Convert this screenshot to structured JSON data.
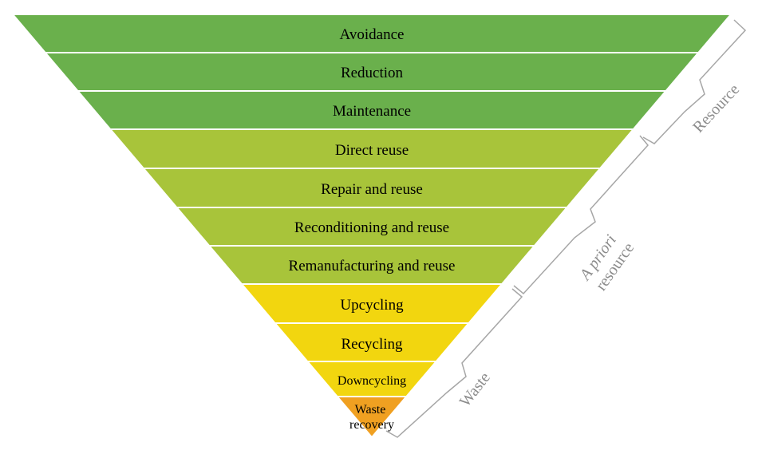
{
  "tiers": [
    {
      "label": "Avoidance",
      "color": "#6ab04c",
      "group": "resource"
    },
    {
      "label": "Reduction",
      "color": "#6ab04c",
      "group": "resource"
    },
    {
      "label": "Maintenance",
      "color": "#6ab04c",
      "group": "resource"
    },
    {
      "label": "Direct reuse",
      "color": "#a8c43a",
      "group": "a_priori_resource"
    },
    {
      "label": "Repair and reuse",
      "color": "#a8c43a",
      "group": "a_priori_resource"
    },
    {
      "label": "Reconditioning and reuse",
      "color": "#a8c43a",
      "group": "a_priori_resource"
    },
    {
      "label": "Remanufacturing and reuse",
      "color": "#a8c43a",
      "group": "a_priori_resource"
    },
    {
      "label": "Upcycling",
      "color": "#f2d60f",
      "group": "waste"
    },
    {
      "label": "Recycling",
      "color": "#f2d60f",
      "group": "waste"
    },
    {
      "label": "Downcycling",
      "color": "#f2d60f",
      "group": "waste"
    },
    {
      "label": "Waste recovery",
      "color": "#f0a021",
      "group": "waste"
    }
  ],
  "brackets": {
    "resource": {
      "label": "Resource"
    },
    "a_priori_resource": {
      "label_italic": "A priori",
      "label": "resource"
    },
    "waste": {
      "label": "Waste"
    }
  },
  "colors": {
    "separator": "#ffffff",
    "bracket": "#a6a6a6",
    "bracket_text": "#8c8c8c"
  }
}
